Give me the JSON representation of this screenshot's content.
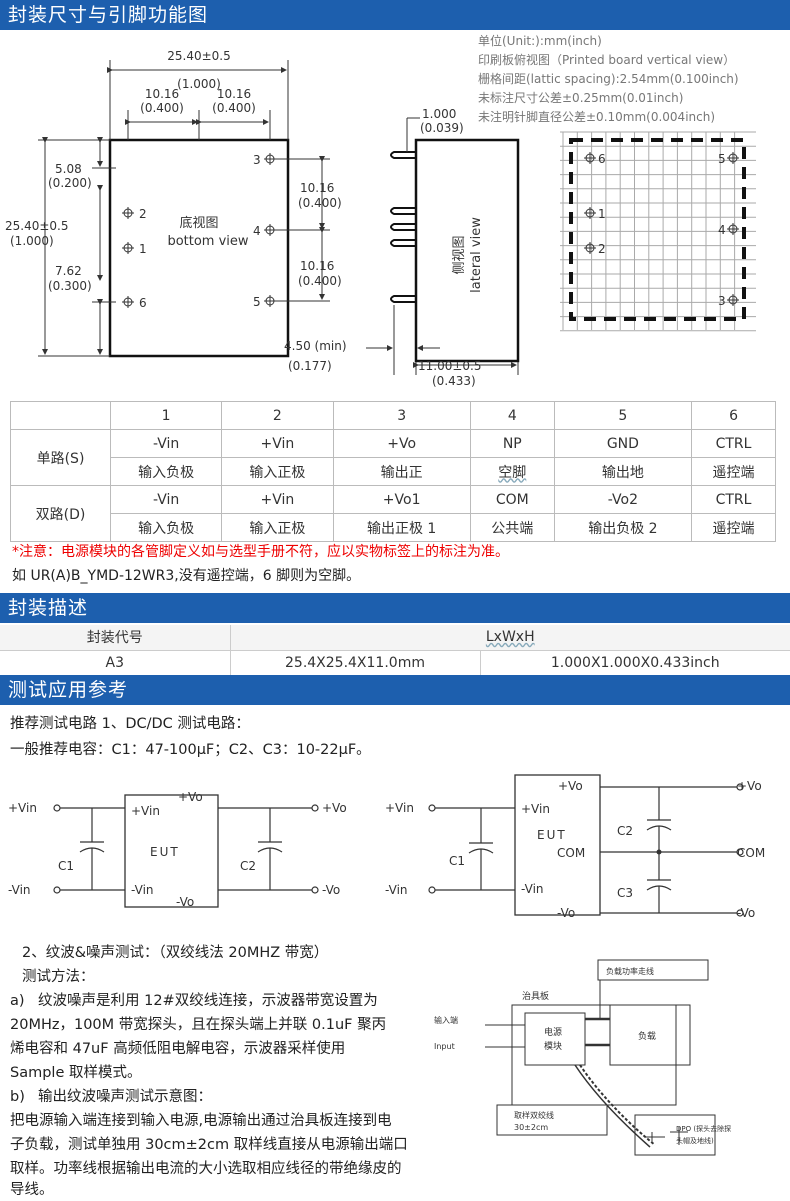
{
  "sections": {
    "s1": "封装尺寸与引脚功能图",
    "s2": "封装描述",
    "s3": "测试应用参考"
  },
  "specs": {
    "unit": "单位(Unit:):mm(inch)",
    "board": "印刷板俯视图（Printed board vertical view）",
    "grid": "栅格间距(lattic spacing):2.54mm(0.100inch)",
    "tol": "未标注尺寸公差±0.25mm(0.01inch)",
    "pintol": "未注明针脚直径公差±0.10mm(0.004inch)"
  },
  "bottom_view": {
    "dim_total_w": "25.40±0.5",
    "dim_total_w_in": "(1.000)",
    "dim_l1": "10.16",
    "dim_l1_in": "(0.400)",
    "dim_l2": "10.16",
    "dim_l2_in": "(0.400)",
    "dim_top": "5.08",
    "dim_top_in": "(0.200)",
    "dim_h": "25.40±0.5",
    "dim_h_in": "(1.000)",
    "dim_bot": "7.62",
    "dim_bot_in": "(0.300)",
    "dim_r1": "10.16",
    "dim_r1_in": "(0.400)",
    "dim_r2": "10.16",
    "dim_r2_in": "(0.400)",
    "label_cn": "底视图",
    "label_en": "bottom view",
    "pins": [
      "1",
      "2",
      "3",
      "4",
      "5",
      "6"
    ]
  },
  "lateral_view": {
    "dim_pin": "1.000",
    "dim_pin_in": "(0.039)",
    "label_cn": "侧视图",
    "label_en": "lateral view",
    "dim_min": "4.50 (min)",
    "dim_min_in": "(0.177)",
    "dim_depth": "11.00±0.5",
    "dim_depth_in": "(0.433)"
  },
  "pcb_view": {
    "pins": [
      "6",
      "1",
      "2",
      "5",
      "4",
      "3"
    ]
  },
  "pin_table": {
    "headers": [
      "",
      "1",
      "2",
      "3",
      "4",
      "5",
      "6"
    ],
    "single_label": "单路(S)",
    "single_row1": [
      "-Vin",
      "+Vin",
      "+Vo",
      "NP",
      "GND",
      "CTRL"
    ],
    "single_row2": [
      "输入负极",
      "输入正极",
      "输出正",
      "空脚",
      "输出地",
      "遥控端"
    ],
    "dual_label": "双路(D)",
    "dual_row1": [
      "-Vin",
      "+Vin",
      "+Vo1",
      "COM",
      "-Vo2",
      "CTRL"
    ],
    "dual_row2": [
      "输入负极",
      "输入正极",
      "输出正极 1",
      "公共端",
      "输出负极 2",
      "遥控端"
    ]
  },
  "notes": {
    "warning": "*注意：电源模块的各管脚定义如与选型手册不符，应以实物标签上的标注为准。",
    "example": "如 UR(A)B_YMD-12WR3,没有遥控端，6 脚则为空脚。"
  },
  "package": {
    "h_code": "封装代号",
    "h_dims": "LxWxH",
    "code": "A3",
    "mm": "25.4X25.4X11.0mm",
    "inch": "1.000X1.000X0.433inch"
  },
  "test": {
    "line1": "推荐测试电路 1、DC/DC 测试电路：",
    "line2": "一般推荐电容：C1：47-100μF；C2、C3：10-22μF。",
    "circuit1": {
      "vin_p": "+Vin",
      "vin_n": "-Vin",
      "c1": "C1",
      "in_p": "+Vin",
      "in_n": "-Vin",
      "out_p": "+Vo",
      "out_n": "-Vo",
      "eut": "EUT",
      "c2": "C2",
      "vo_p": "+Vo",
      "vo_n": "-Vo"
    },
    "circuit2": {
      "vin_p": "+Vin",
      "vin_n": "-Vin",
      "c1": "C1",
      "in_p": "+Vin",
      "in_n": "-Vin",
      "out_p": "+Vo",
      "com": "COM",
      "out_n": "-Vo",
      "eut": "EUT",
      "c2": "C2",
      "c3": "C3",
      "vo_p": "+Vo",
      "com_out": "COM",
      "vo_n": "-Vo"
    },
    "ripple_title": "2、纹波&噪声测试：（双绞线法 20MHZ 带宽）",
    "method": "测试方法：",
    "a_label": "a)",
    "a_text": [
      "纹波噪声是利用 12#双绞线连接，示波器带宽设置为",
      "20MHz，100M 带宽探头，且在探头端上并联 0.1uF 聚丙",
      "烯电容和 47uF 高频低阻电解电容，示波器采样使用",
      "Sample 取样模式。"
    ],
    "b_label": "b)",
    "b_title": "输出纹波噪声测试示意图：",
    "b_text": [
      "把电源输入端连接到输入电源,电源输出通过治具板连接到电",
      "子负载，测试单独用 30cm±2cm 取样线直接从电源输出端口",
      "取样。功率线根据输出电流的大小选取相应线径的带绝缘皮的",
      "导线。"
    ],
    "diagram": {
      "power_line": "负载功率走线",
      "fixture": "治具板",
      "input_cn": "输入端",
      "input_en": "Input",
      "psu": "电源",
      "module": "模块",
      "load": "负载",
      "twisted": "取样双绞线",
      "twisted_len": "30±2cm",
      "dpo1": "DPO (探头去除探",
      "dpo2": "头帽及地线)"
    }
  }
}
